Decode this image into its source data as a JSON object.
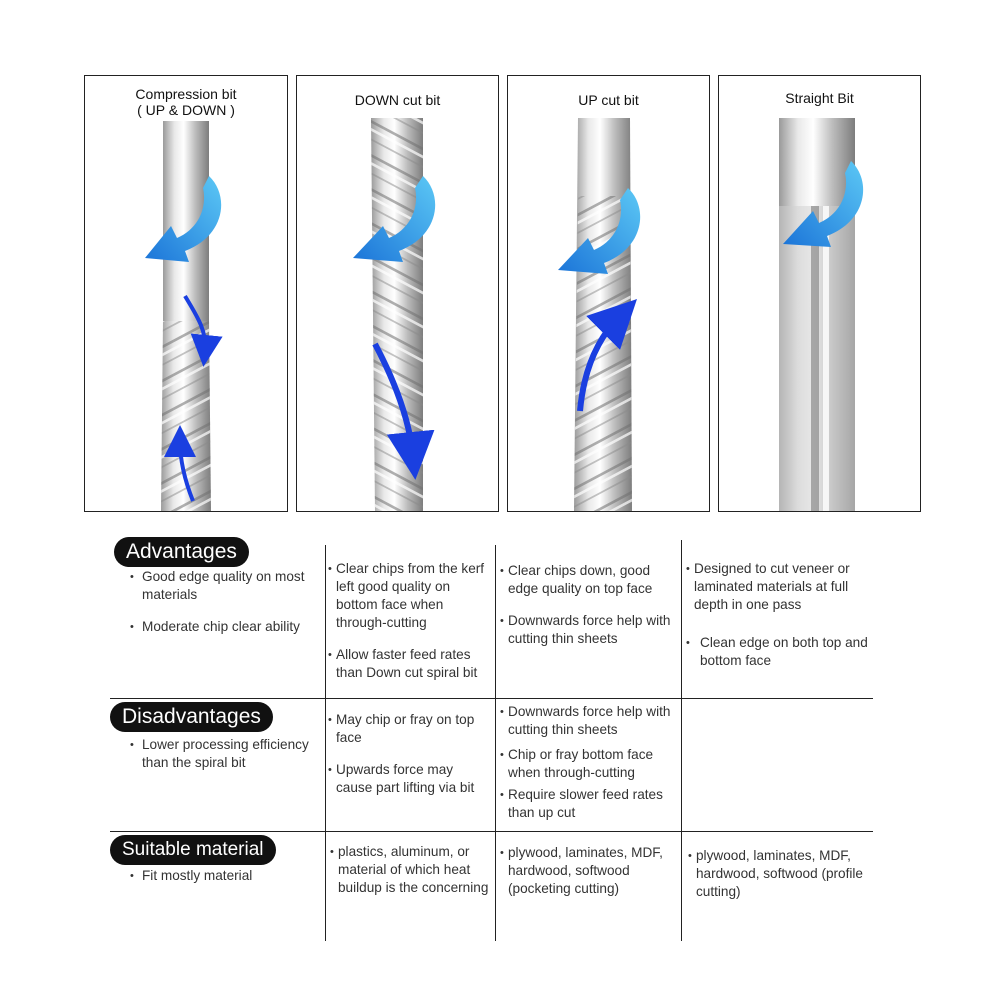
{
  "colors": {
    "arrow_light": "#5cc8f5",
    "arrow_dark": "#1b74d8",
    "flow_arrow": "#1a3fe0",
    "pill_bg": "#111111",
    "border": "#222222"
  },
  "panels": [
    {
      "title_line1": "Compression bit",
      "title_line2": "( UP & DOWN )"
    },
    {
      "title_line1": "DOWN cut bit",
      "title_line2": ""
    },
    {
      "title_line1": "UP cut bit",
      "title_line2": ""
    },
    {
      "title_line1": "Straight Bit",
      "title_line2": ""
    }
  ],
  "rows": {
    "advantages": {
      "label": "Advantages",
      "left": [
        "Good edge quality  on most materials",
        "Moderate chip clear ability"
      ],
      "down": [
        "Clear chips from the kerf left good quality on bottom face when through-cutting",
        "Allow faster feed rates than Down cut spiral bit"
      ],
      "up": [
        "Clear chips down, good edge quality on top face",
        "Downwards force help with cutting thin sheets"
      ],
      "straight": [
        "Designed to cut veneer or laminated materials at full depth in one pass",
        "Clean edge on both top and bottom face"
      ]
    },
    "disadvantages": {
      "label": "Disadvantages",
      "left": [
        "Lower processing efficiency than the spiral bit"
      ],
      "down": [
        "May chip or fray on top face",
        "Upwards force may cause part lifting via bit"
      ],
      "up": [
        "Downwards force help with cutting thin sheets",
        "Chip or fray bottom face when through-cutting",
        "Require slower feed rates than up cut"
      ],
      "straight": []
    },
    "suitable": {
      "label": "Suitable material",
      "left": [
        "Fit mostly material"
      ],
      "down": [
        "plastics, aluminum, or material of which heat buildup is the concerning"
      ],
      "up": [
        "plywood, laminates, MDF, hardwood, softwood (pocketing cutting)"
      ],
      "straight": [
        "plywood, laminates, MDF, hardwood, softwood (profile cutting)"
      ]
    }
  },
  "bullet": "•"
}
